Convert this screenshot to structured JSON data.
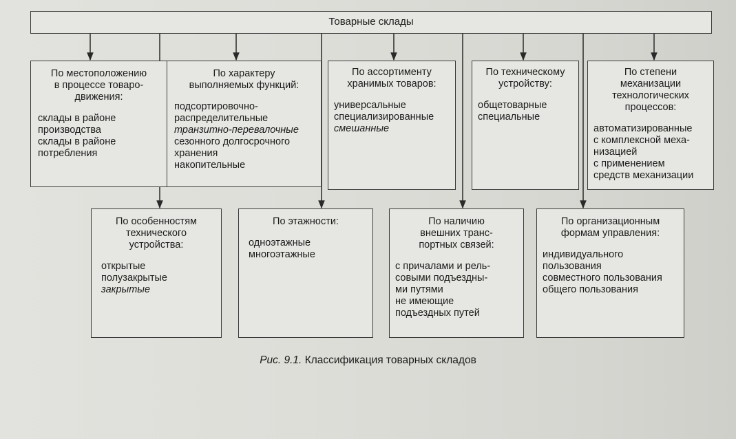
{
  "root": "Товарные склады",
  "top_row": [
    {
      "heading": "По местоположению\nв процессе товаро-\nдвижения:",
      "items": [
        {
          "t": "склады в районе\nпроизводства",
          "i": false
        },
        {
          "t": "склады в районе\nпотребления",
          "i": false
        }
      ]
    },
    {
      "heading": "По характеру\nвыполняемых функций:",
      "items": [
        {
          "t": "подсортировочно-\nраспределительные",
          "i": false
        },
        {
          "t": "транзитно-перевалочные",
          "i": true
        },
        {
          "t": "сезонного долгосрочного\nхранения",
          "i": false
        },
        {
          "t": "накопительные",
          "i": false
        }
      ]
    },
    {
      "heading": "По ассортименту\nхранимых товаров:",
      "items": [
        {
          "t": "универсальные",
          "i": false
        },
        {
          "t": "специализированные",
          "i": false
        },
        {
          "t": "смешанные",
          "i": true
        }
      ]
    },
    {
      "heading": "По техническому\nустройству:",
      "items": [
        {
          "t": "общетоварные",
          "i": false
        },
        {
          "t": "специальные",
          "i": false
        }
      ]
    },
    {
      "heading": "По степени\nмеханизации\nтехнологических\nпроцессов:",
      "items": [
        {
          "t": "автоматизированные",
          "i": false
        },
        {
          "t": "с комплексной меха-\nнизацией",
          "i": false
        },
        {
          "t": "с применением\nсредств механизации",
          "i": false
        }
      ]
    }
  ],
  "bottom_row": [
    {
      "heading": "По особенностям\nтехнического\nустройства:",
      "items": [
        {
          "t": "открытые",
          "i": false
        },
        {
          "t": "полузакрытые",
          "i": false
        },
        {
          "t": "закрытые",
          "i": true
        }
      ]
    },
    {
      "heading": "По этажности:",
      "items": [
        {
          "t": "одноэтажные",
          "i": false
        },
        {
          "t": "многоэтажные",
          "i": false
        }
      ]
    },
    {
      "heading": "По наличию\nвнешних транс-\nпортных связей:",
      "items": [
        {
          "t": "с причалами и рель-\nсовыми подъездны-\nми путями",
          "i": false
        },
        {
          "t": "не имеющие\nподъездных путей",
          "i": false
        }
      ]
    },
    {
      "heading": "По организационным\nформам управления:",
      "items": [
        {
          "t": "индивидуального\nпользования",
          "i": false
        },
        {
          "t": "совместного пользования",
          "i": false
        },
        {
          "t": "общего пользования",
          "i": false
        }
      ]
    }
  ],
  "caption": {
    "label": "Рис. 9.1.",
    "text": "Классификация товарных складов"
  }
}
